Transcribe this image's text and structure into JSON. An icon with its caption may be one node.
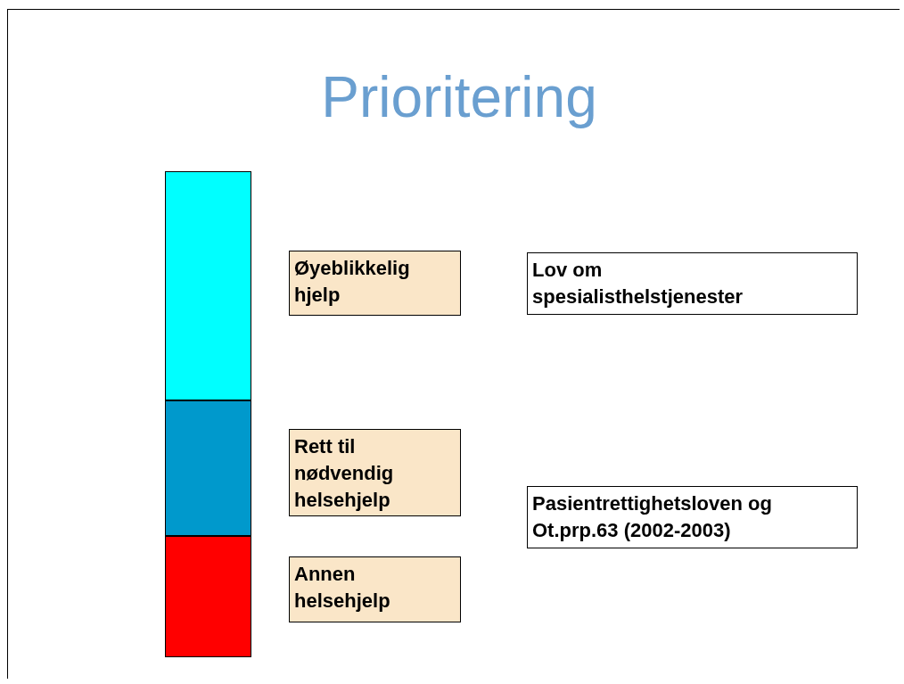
{
  "diagram": {
    "title": "Prioritering",
    "nodes": [
      {
        "text": [],
        "shape": "bar"
      },
      {
        "text": [],
        "shape": "bar"
      },
      {
        "text": [],
        "shape": "bar"
      },
      {
        "text": [
          "Øyeblikkelig hjelp"
        ]
      },
      {
        "text": [
          "Rett til nødvendig helsehjelp"
        ]
      },
      {
        "text": [
          "Annen helsehjelp"
        ]
      },
      {
        "text": [
          "Lov om spesialisthelstjenester"
        ]
      },
      {
        "text": [
          "Pasientrettighetsloven og Ot.prp.63 (2002-2003)"
        ]
      }
    ]
  }
}
